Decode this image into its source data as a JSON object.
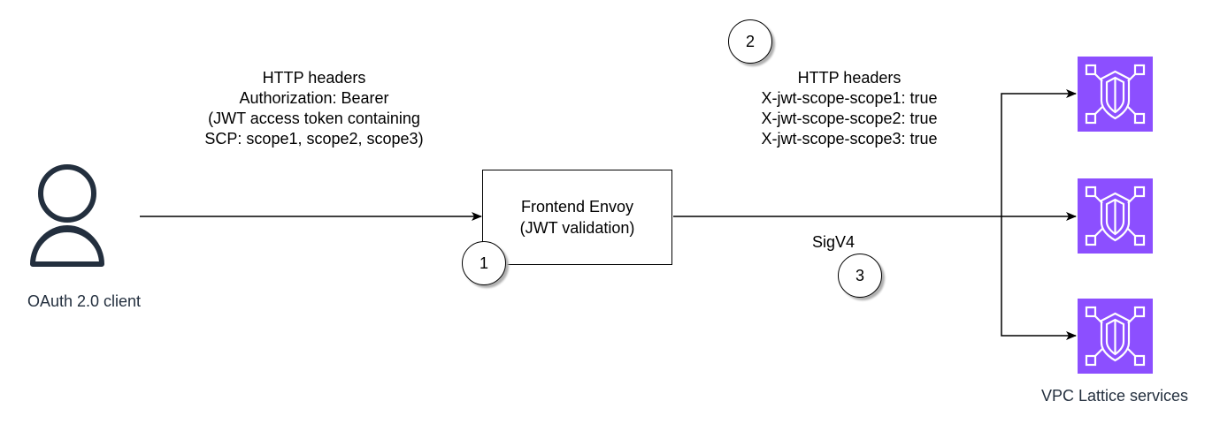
{
  "client": {
    "label": "OAuth 2.0 client",
    "icon": "user-icon"
  },
  "request_headers": {
    "lines": [
      "HTTP headers",
      "Authorization: Bearer",
      "(JWT access token containing",
      "SCP: scope1, scope2, scope3)"
    ]
  },
  "envoy": {
    "line1": "Frontend Envoy",
    "line2": "(JWT validation)"
  },
  "steps": [
    {
      "number": "1"
    },
    {
      "number": "2"
    },
    {
      "number": "3"
    }
  ],
  "forwarded_headers": {
    "lines": [
      "HTTP headers",
      "X-jwt-scope-scope1: true",
      "X-jwt-scope-scope2: true",
      "X-jwt-scope-scope3: true"
    ]
  },
  "signing": {
    "label": "SigV4"
  },
  "services": {
    "label": "VPC Lattice services",
    "icon": "vpc-lattice-icon",
    "color": "#8c4fff",
    "count": 3
  }
}
